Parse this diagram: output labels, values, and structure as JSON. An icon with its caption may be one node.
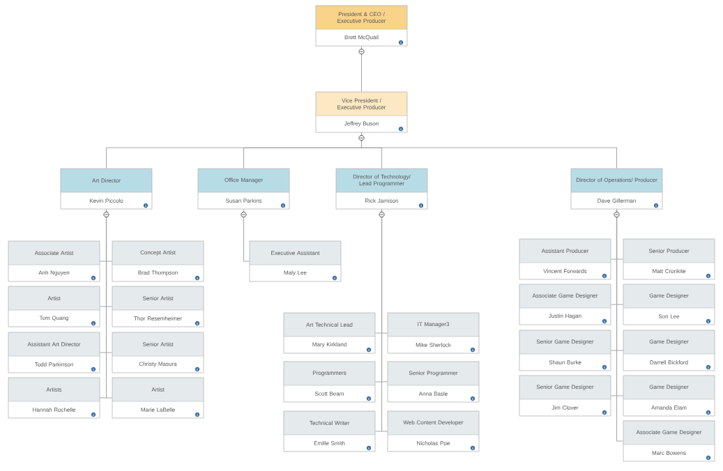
{
  "diagram": {
    "nodes": [
      {
        "text": [
          "President & CEO / Executive Producer",
          "Brett McQuail"
        ]
      },
      {
        "text": [
          "Vice President / Executive Producer",
          "Jeffrey Buson"
        ]
      },
      {
        "text": [
          "Art Director",
          "Kevin Piccolo"
        ]
      },
      {
        "text": [
          "Office Manager",
          "Susan Parkins"
        ]
      },
      {
        "text": [
          "Director of Technology/ Lead Programmer",
          "Rick Jamison"
        ]
      },
      {
        "text": [
          "Director of Operations/ Producer",
          "Dave Gillerman"
        ]
      },
      {
        "text": [
          "Associate Artist",
          "Anh Nguyen"
        ]
      },
      {
        "text": [
          "Concept Artist",
          "Brad Thompson"
        ]
      },
      {
        "text": [
          "Artist",
          "Tom Quang"
        ]
      },
      {
        "text": [
          "Senior Artist",
          "Thor Resemheimer"
        ]
      },
      {
        "text": [
          "Assistant Art Director",
          "Todd Parkinson"
        ]
      },
      {
        "text": [
          "Senior Artist",
          "Christy Masura"
        ]
      },
      {
        "text": [
          "Artists",
          "Hannah Rochelle"
        ]
      },
      {
        "text": [
          "Artist",
          "Marie LaBelle"
        ]
      },
      {
        "text": [
          "Executive Assistant",
          "Maly Lee"
        ]
      },
      {
        "text": [
          "Art Technical Lead",
          "Mary Kirkland"
        ]
      },
      {
        "text": [
          "IT Manager3",
          "Mike Sherlock"
        ]
      },
      {
        "text": [
          "Programmers",
          "Scott Beam"
        ]
      },
      {
        "text": [
          "Senior Programmer",
          "Anna Basle"
        ]
      },
      {
        "text": [
          "Technical Writer",
          "Emille Smith"
        ]
      },
      {
        "text": [
          "Web Content Developer",
          "Nicholas Poe"
        ]
      },
      {
        "text": [
          "Assistant Producer",
          "Vincent Forwards"
        ]
      },
      {
        "text": [
          "Senior Producer",
          "Matt Cronkite"
        ]
      },
      {
        "text": [
          "Associate Game Designer",
          "Justin Hagan"
        ]
      },
      {
        "text": [
          "Game Designer",
          "Son Lee"
        ]
      },
      {
        "text": [
          "Senior Game Designer",
          "Shaun Burke"
        ]
      },
      {
        "text": [
          "Game Designer",
          "Darrell Bickford"
        ]
      },
      {
        "text": [
          "Senior Game Designer",
          "Jim Clover"
        ]
      },
      {
        "text": [
          "Game Designer",
          "Amanda Elam"
        ]
      },
      {
        "text": [
          "Associate Game Designer",
          "Marc Bowens"
        ]
      }
    ],
    "edges": [
      {
        "from": 0,
        "to": 1,
        "arrow": "none"
      },
      {
        "from": 1,
        "to": 2,
        "arrow": "none"
      },
      {
        "from": 1,
        "to": 3,
        "arrow": "none"
      },
      {
        "from": 1,
        "to": 4,
        "arrow": "none"
      },
      {
        "from": 1,
        "to": 5,
        "arrow": "none"
      },
      {
        "from": 2,
        "to": 6,
        "arrow": "none"
      },
      {
        "from": 2,
        "to": 7,
        "arrow": "none"
      },
      {
        "from": 2,
        "to": 8,
        "arrow": "none"
      },
      {
        "from": 2,
        "to": 9,
        "arrow": "none"
      },
      {
        "from": 2,
        "to": 10,
        "arrow": "none"
      },
      {
        "from": 2,
        "to": 11,
        "arrow": "none"
      },
      {
        "from": 2,
        "to": 12,
        "arrow": "none"
      },
      {
        "from": 2,
        "to": 13,
        "arrow": "none"
      },
      {
        "from": 3,
        "to": 14,
        "arrow": "none"
      },
      {
        "from": 4,
        "to": 15,
        "arrow": "none"
      },
      {
        "from": 4,
        "to": 16,
        "arrow": "none"
      },
      {
        "from": 4,
        "to": 17,
        "arrow": "none"
      },
      {
        "from": 4,
        "to": 18,
        "arrow": "none"
      },
      {
        "from": 4,
        "to": 19,
        "arrow": "none"
      },
      {
        "from": 4,
        "to": 20,
        "arrow": "none"
      },
      {
        "from": 5,
        "to": 21,
        "arrow": "none"
      },
      {
        "from": 5,
        "to": 22,
        "arrow": "none"
      },
      {
        "from": 5,
        "to": 23,
        "arrow": "none"
      },
      {
        "from": 5,
        "to": 24,
        "arrow": "none"
      },
      {
        "from": 5,
        "to": 25,
        "arrow": "none"
      },
      {
        "from": 5,
        "to": 26,
        "arrow": "none"
      },
      {
        "from": 5,
        "to": 27,
        "arrow": "none"
      },
      {
        "from": 5,
        "to": 28,
        "arrow": "none"
      },
      {
        "from": 5,
        "to": 29,
        "arrow": "none"
      }
    ]
  }
}
